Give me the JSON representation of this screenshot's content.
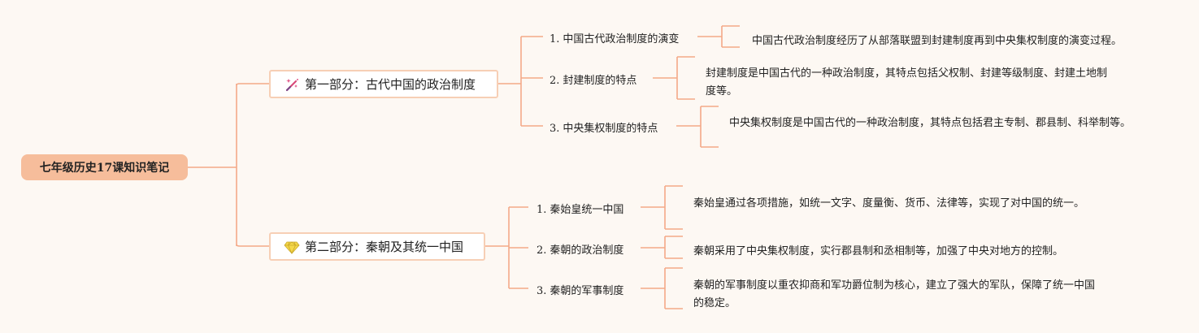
{
  "root": {
    "title": "七年级历史17课知识笔记"
  },
  "parts": [
    {
      "icon": "magic-wand-icon",
      "title": "第一部分：古代中国的政治制度",
      "sections": [
        {
          "num": "1.",
          "title": "中国古代政治制度的演变",
          "desc": "中国古代政治制度经历了从部落联盟到封建制度再到中央集权制度的演变过程。"
        },
        {
          "num": "2.",
          "title": "封建制度的特点",
          "desc": "封建制度是中国古代的一种政治制度，其特点包括父权制、封建等级制度、封建土地制度等。"
        },
        {
          "num": "3.",
          "title": "中央集权制度的特点",
          "desc": "中央集权制度是中国古代的一种政治制度，其特点包括君主专制、郡县制、科举制等。"
        }
      ]
    },
    {
      "icon": "diamond-icon",
      "title": "第二部分：秦朝及其统一中国",
      "sections": [
        {
          "num": "1.",
          "title": "秦始皇统一中国",
          "desc": "秦始皇通过各项措施，如统一文字、度量衡、货币、法律等，实现了对中国的统一。"
        },
        {
          "num": "2.",
          "title": "秦朝的政治制度",
          "desc": "秦朝采用了中央集权制度，实行郡县制和丞相制等，加强了中央对地方的控制。"
        },
        {
          "num": "3.",
          "title": "秦朝的军事制度",
          "desc": "秦朝的军事制度以重农抑商和军功爵位制为核心，建立了强大的军队，保障了统一中国的稳定。"
        }
      ]
    }
  ],
  "colors": {
    "line": "#f4a988",
    "root_bg": "#f6bd9b",
    "part_border": "#f7cfb5",
    "background": "#fdf8f3"
  }
}
